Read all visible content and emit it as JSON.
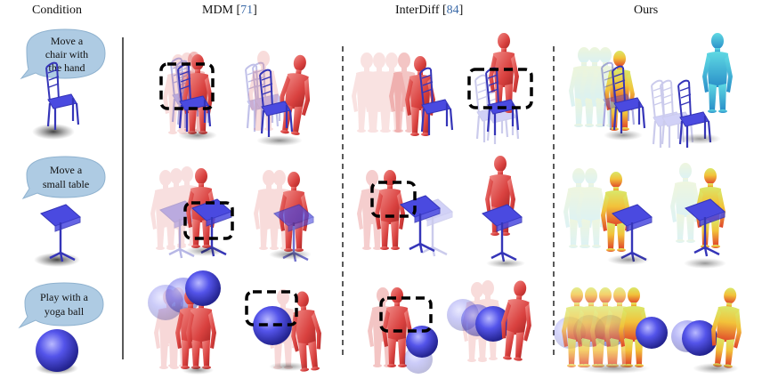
{
  "headers": {
    "condition": "Condition",
    "mdm_name": "MDM [",
    "mdm_ref": "71",
    "interdiff_name": "InterDiff [",
    "interdiff_ref": "84",
    "close_bracket": "]",
    "ours": "Ours"
  },
  "conditions": [
    {
      "lines": [
        "Move a",
        "chair with",
        "the hand"
      ],
      "object": "chair"
    },
    {
      "lines": [
        "Move a",
        "small table"
      ],
      "object": "table"
    },
    {
      "lines": [
        "Play with a",
        "yoga ball"
      ],
      "object": "ball"
    }
  ],
  "colors": {
    "bubble": "#aecbe3",
    "object": "#4a4ae0",
    "human_baseline": "#d9413f",
    "ours_gradient": [
      "#7be3e6",
      "#d9e86a",
      "#f2c23a",
      "#e0452a"
    ],
    "ref_link": "#3b6aa8"
  }
}
